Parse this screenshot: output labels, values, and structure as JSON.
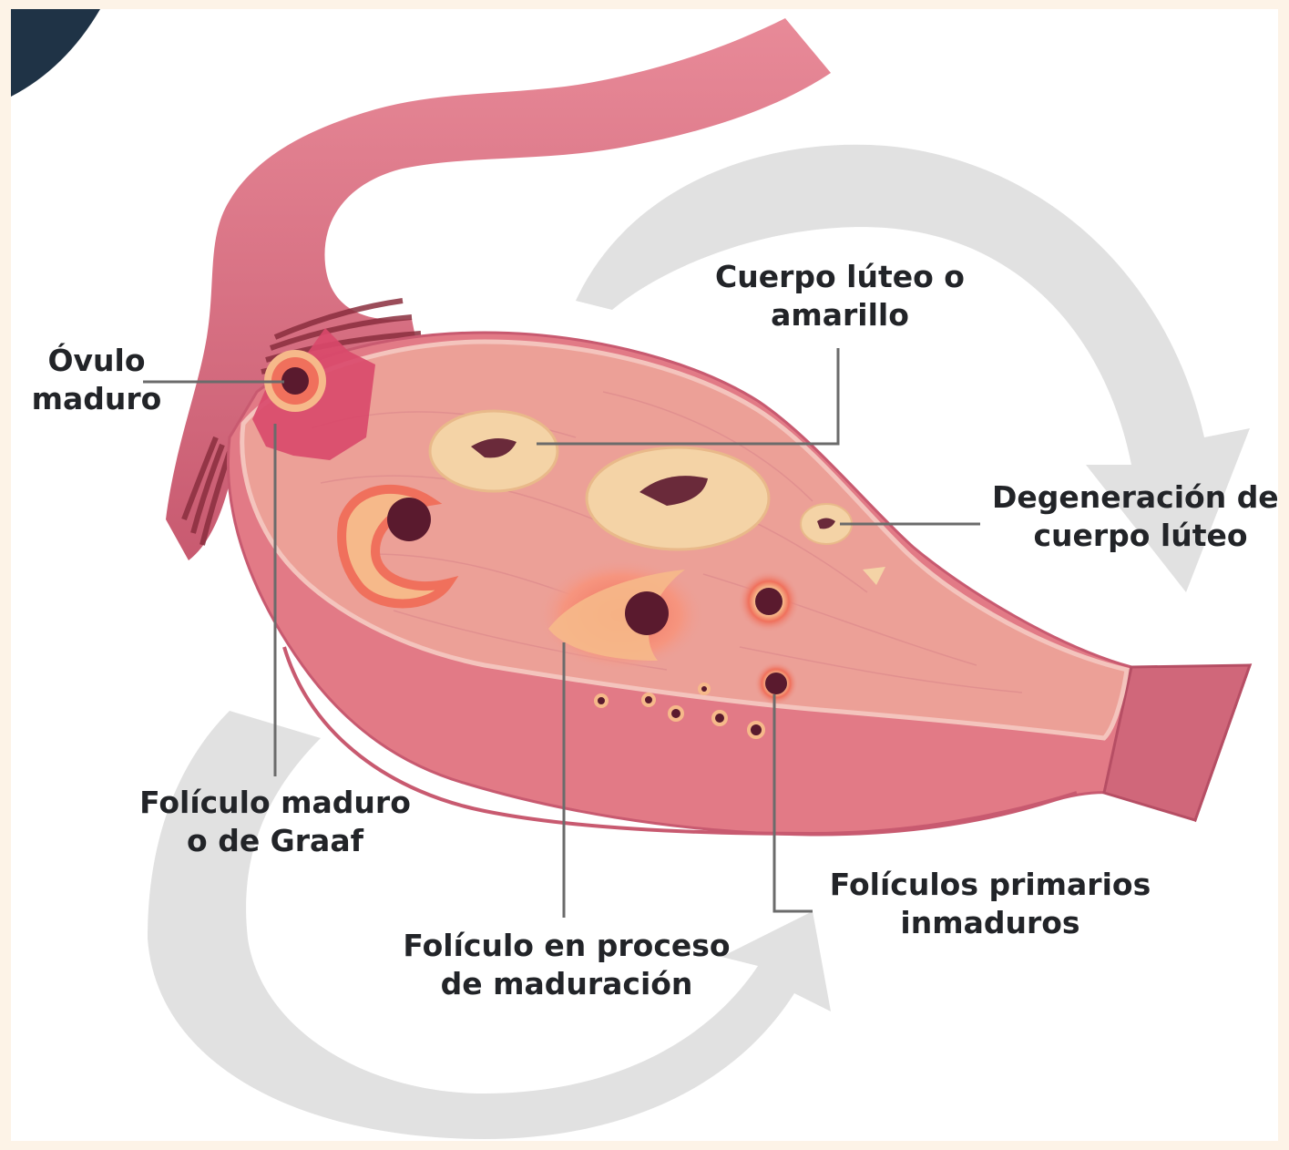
{
  "labels": {
    "ovulo_maduro": "Óvulo\nmaduro",
    "cuerpo_luteo": "Cuerpo lúteo o\namarillo",
    "degeneracion": "Degeneración del\ncuerpo lúteo",
    "foliculo_graaf": "Folículo maduro\no de Graaf",
    "foliculo_proceso": "Folículo en proceso\nde maduración",
    "foliculos_primarios": "Folículos primarios\ninmaduros"
  },
  "colors": {
    "background": "#fdf3e7",
    "panel": "#ffffff",
    "corner_accent": "#1f3346",
    "cycle_arrows": "#e1e1e1",
    "ovary_tissue": "#e27a86",
    "ovary_cut_surface": "#eca097",
    "corpus_luteum": "#f4d3a6",
    "follicle_ring": "#f0705c",
    "oocyte": "#5a1a2e",
    "label_text": "#222428",
    "leader_line": "#6b6b6b"
  },
  "icons": [
    "cycle-arrows-icon",
    "ovary-illustration"
  ]
}
